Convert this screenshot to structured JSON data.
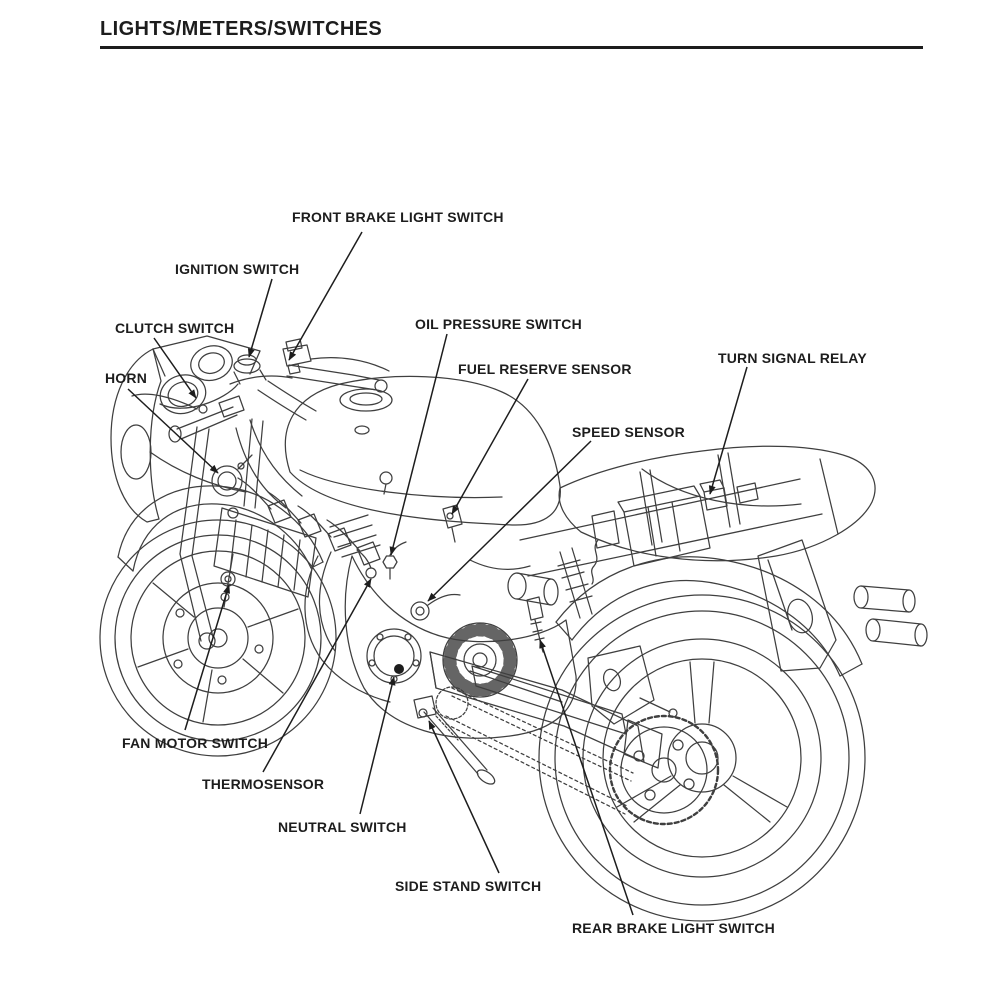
{
  "colors": {
    "ink": "#1d1d1d",
    "line": "#3f3f3f",
    "paper": "#ffffff"
  },
  "header": {
    "title": "LIGHTS/METERS/SWITCHES"
  },
  "diagram": {
    "description": "Rear three-quarter line illustration of a sport motorcycle with component callout labels",
    "labels": [
      {
        "id": "front-brake-light-switch",
        "text": "FRONT BRAKE LIGHT SWITCH"
      },
      {
        "id": "ignition-switch",
        "text": "IGNITION SWITCH"
      },
      {
        "id": "clutch-switch",
        "text": "CLUTCH SWITCH"
      },
      {
        "id": "horn",
        "text": "HORN"
      },
      {
        "id": "oil-pressure-switch",
        "text": "OIL PRESSURE SWITCH"
      },
      {
        "id": "fuel-reserve-sensor",
        "text": "FUEL RESERVE SENSOR"
      },
      {
        "id": "speed-sensor",
        "text": "SPEED SENSOR"
      },
      {
        "id": "turn-signal-relay",
        "text": "TURN SIGNAL RELAY"
      },
      {
        "id": "fan-motor-switch",
        "text": "FAN MOTOR SWITCH"
      },
      {
        "id": "thermosensor",
        "text": "THERMOSENSOR"
      },
      {
        "id": "neutral-switch",
        "text": "NEUTRAL SWITCH"
      },
      {
        "id": "side-stand-switch",
        "text": "SIDE STAND SWITCH"
      },
      {
        "id": "rear-brake-light-switch",
        "text": "REAR BRAKE LIGHT SWITCH"
      }
    ]
  }
}
